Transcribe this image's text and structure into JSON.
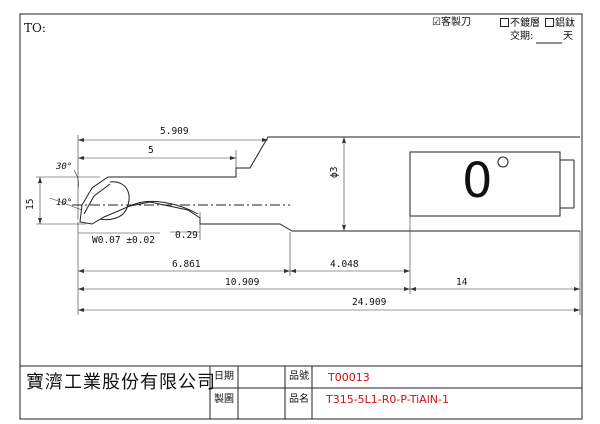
{
  "header": {
    "to_label": "TO:",
    "option_customer": "客製刀",
    "option_customer_checked": "☑",
    "option_no_coating": "不鍍層",
    "option_aluminum_titanium": "鋁鈦",
    "delivery_label": "交期:",
    "delivery_unit": "天"
  },
  "drawing": {
    "dims": {
      "d_5909": "5.909",
      "d_5": "5",
      "d_phi3": "ϕ3",
      "d_15": "15",
      "a_30": "30°",
      "a_10": "10°",
      "d_w007": "W0.07 ±0.02",
      "d_029": "0.29",
      "d_6861": "6.861",
      "d_4048": "4.048",
      "d_10909": "10.909",
      "d_14": "14",
      "d_24909": "24.909"
    },
    "shank_mark": "0",
    "shank_mark_deg": "°"
  },
  "title_block": {
    "company": "寶濟工業股份有限公司",
    "date_label": "日期",
    "draw_label": "製圖",
    "item_no_label": "品號",
    "item_no_value": "T00013",
    "item_name_label": "品名",
    "item_name_value": "T315-5L1-R0-P-TiAlN-1"
  },
  "colors": {
    "line": "#222222",
    "value_red": "#d01010"
  }
}
